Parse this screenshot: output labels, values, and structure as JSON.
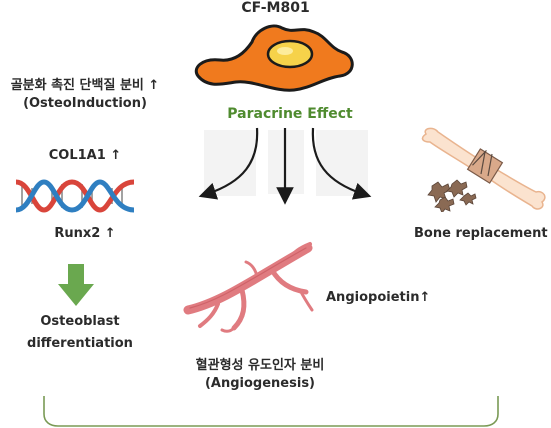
{
  "title": "CF-M801",
  "paracrine_label": "Paracrine Effect",
  "osteo": {
    "korean": "골분화 촉진 단백질 분비 ↑",
    "english": "(OsteoInduction)",
    "col1a1": "COL1A1 ↑",
    "runx2": "Runx2 ↑",
    "differentiation_line1": "Osteoblast",
    "differentiation_line2": "differentiation"
  },
  "angio": {
    "factor": "Angiopoietin↑",
    "korean": "혈관형성 유도인자 분비",
    "english": "(Angiogenesis)"
  },
  "bone": {
    "label": "Bone replacement"
  },
  "colors": {
    "cell_body": "#f07a1e",
    "nucleus": "#f6d24a",
    "outline": "#1b1b1b",
    "accent_green": "#4f8b2f",
    "arrow_green": "#6aa84f",
    "dna_red": "#d9453b",
    "dna_blue": "#2f7fc1",
    "vessel": "#e07b80",
    "bracket": "#7a9a55"
  }
}
